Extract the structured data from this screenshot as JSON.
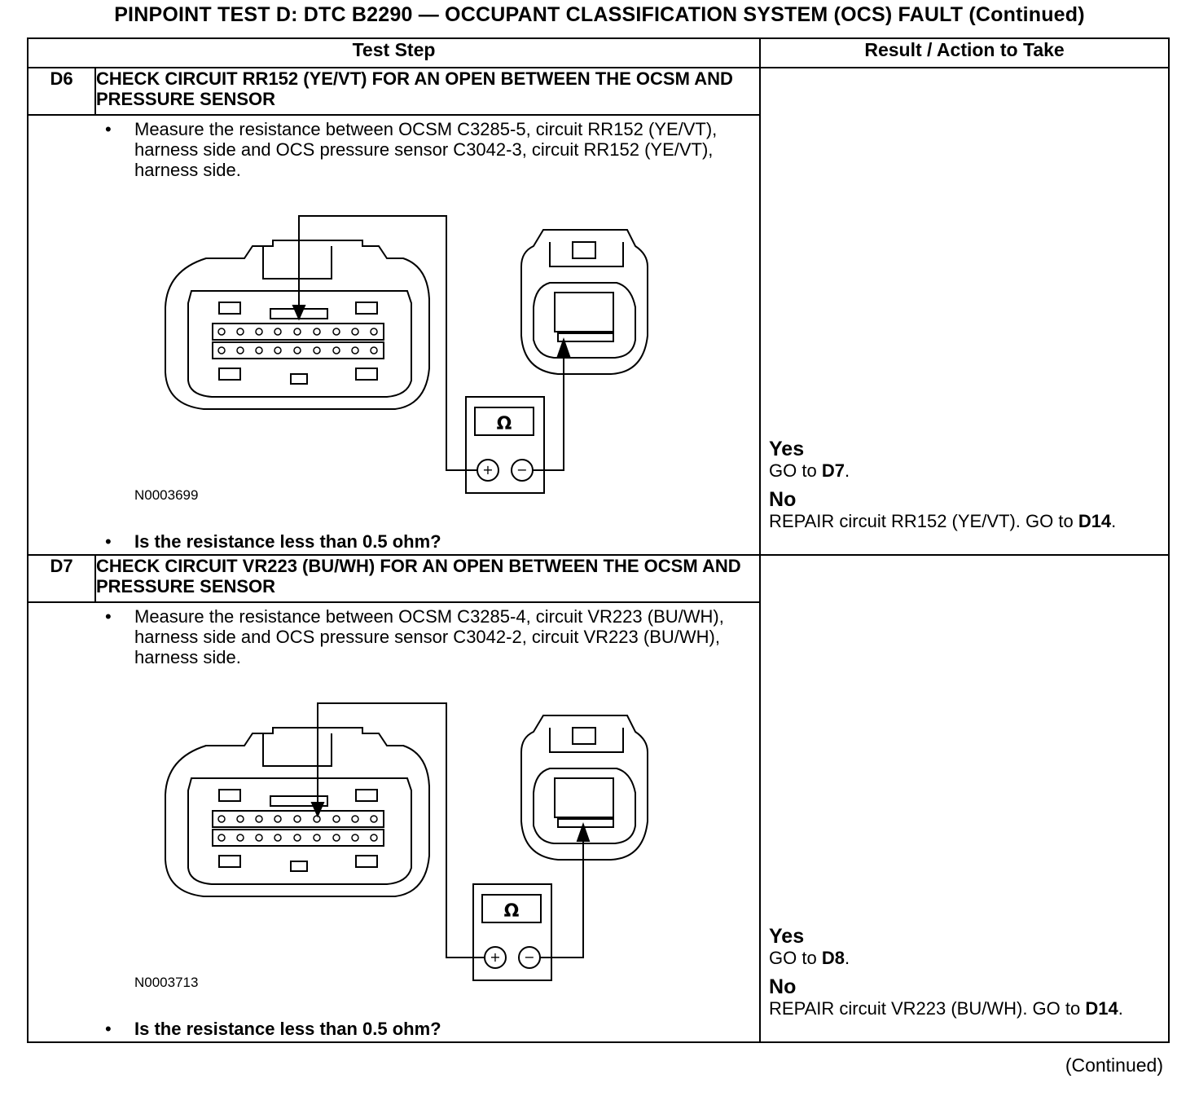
{
  "title": "PINPOINT TEST  D: DTC B2290 — OCCUPANT CLASSIFICATION SYSTEM (OCS) FAULT (Continued)",
  "headers": {
    "test_step": "Test Step",
    "result_action": "Result / Action to Take"
  },
  "steps": [
    {
      "id": "D6",
      "title": "CHECK CIRCUIT RR152 (YE/VT) FOR AN OPEN BETWEEN THE OCSM AND PRESSURE SENSOR",
      "instruction": "Measure the resistance between OCSM C3285-5, circuit RR152 (YE/VT), harness side and OCS pressure sensor C3042-3, circuit RR152 (YE/VT), harness side.",
      "figure_id": "N0003699",
      "meter_symbol": "Ω",
      "question": "Is the resistance less than 0.5 ohm?",
      "yes_label": "Yes",
      "yes_action_prefix": "GO to ",
      "yes_target": "D7",
      "yes_suffix": ".",
      "no_label": "No",
      "no_action": "REPAIR circuit RR152 (YE/VT). GO to ",
      "no_target": "D14",
      "no_suffix": "."
    },
    {
      "id": "D7",
      "title": "CHECK CIRCUIT VR223 (BU/WH) FOR AN OPEN BETWEEN THE OCSM AND PRESSURE SENSOR",
      "instruction": "Measure the resistance between OCSM C3285-4, circuit VR223 (BU/WH), harness side and OCS pressure sensor C3042-2, circuit VR223 (BU/WH), harness side.",
      "figure_id": "N0003713",
      "meter_symbol": "Ω",
      "question": "Is the resistance less than 0.5 ohm?",
      "yes_label": "Yes",
      "yes_action_prefix": "GO to ",
      "yes_target": "D8",
      "yes_suffix": ".",
      "no_label": "No",
      "no_action": "REPAIR circuit VR223 (BU/WH). GO to ",
      "no_target": "D14",
      "no_suffix": "."
    }
  ],
  "footer": "(Continued)"
}
